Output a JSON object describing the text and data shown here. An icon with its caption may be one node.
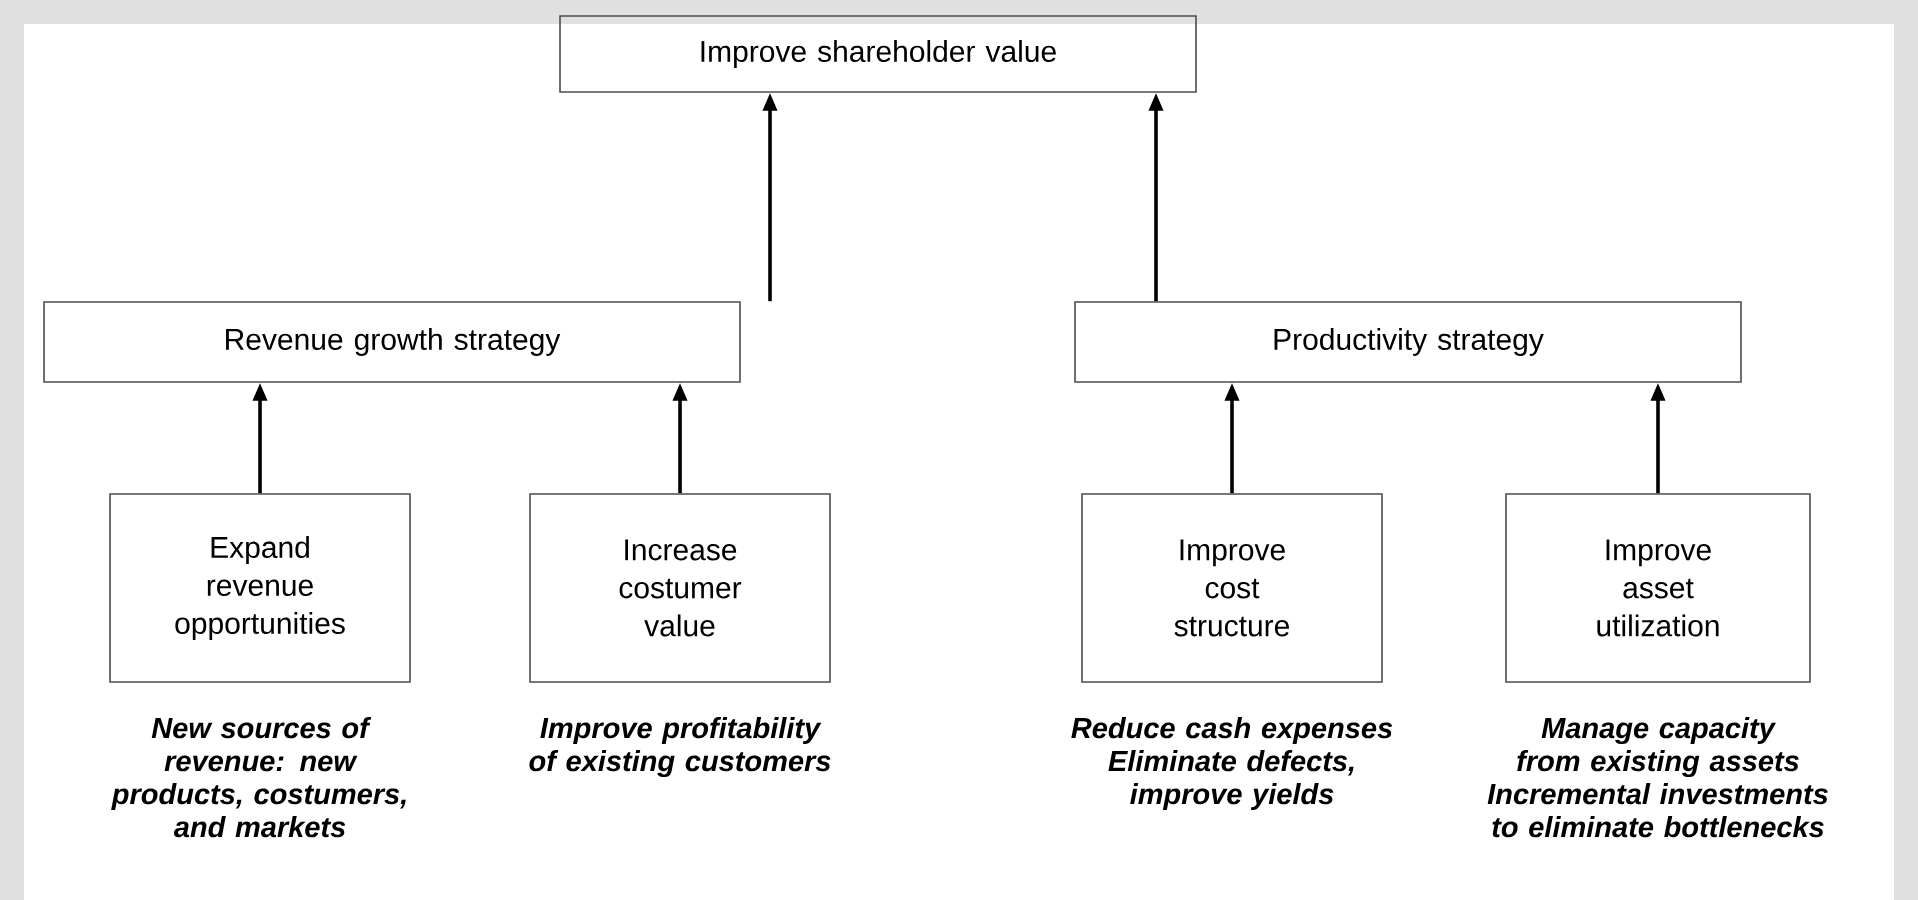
{
  "diagram": {
    "nodes": [
      {
        "text": [
          "Improve shareholder value"
        ]
      },
      {
        "text": [
          "Revenue growth strategy"
        ]
      },
      {
        "text": [
          "Productivity strategy"
        ]
      },
      {
        "text": [
          "Expand revenue opportunities"
        ],
        "beside": [
          "New sources of revenue: new products, costumers, and markets"
        ]
      },
      {
        "text": [
          "Increase costumer value"
        ],
        "beside": [
          "Improve profitability of existing customers"
        ]
      },
      {
        "text": [
          "Improve cost structure"
        ],
        "beside": [
          "Reduce cash expenses Eliminate defects, improve yields"
        ]
      },
      {
        "text": [
          "Improve asset utilization"
        ],
        "beside": [
          "Manage capacity from existing assets Incremental investments to eliminate bottlenecks"
        ]
      }
    ],
    "edges": [
      {
        "from": 1,
        "to": 0,
        "arrow": "to"
      },
      {
        "from": 2,
        "to": 0,
        "arrow": "to"
      },
      {
        "from": 3,
        "to": 1,
        "arrow": "to"
      },
      {
        "from": 4,
        "to": 1,
        "arrow": "to"
      },
      {
        "from": 5,
        "to": 2,
        "arrow": "to"
      },
      {
        "from": 6,
        "to": 2,
        "arrow": "to"
      }
    ]
  }
}
